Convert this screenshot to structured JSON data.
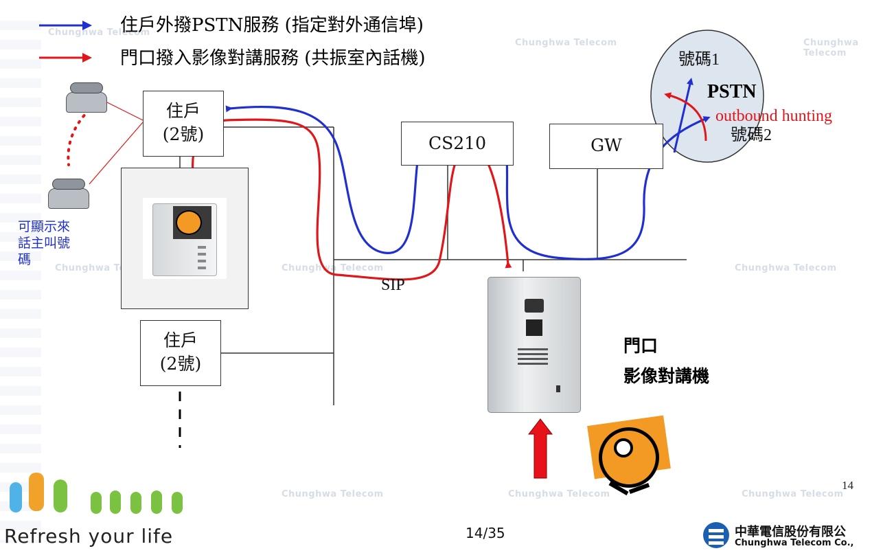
{
  "legend": {
    "blue_label": "住戶外撥PSTN服務 (指定對外通信埠)",
    "red_label": "門口撥入影像對講服務 (共振室內話機)",
    "blue_color": "#1f2fd0",
    "red_color": "#e0161a"
  },
  "nodes": {
    "resident_top_line1": "住戶",
    "resident_top_line2": "(2號)",
    "resident_bottom_line1": "住戶",
    "resident_bottom_line2": "(2號)",
    "cs210": "CS210",
    "gw": "GW",
    "pstn": "PSTN",
    "outbound_hunting": "outbound hunting",
    "number1": "號碼1",
    "number2": "號碼2",
    "sip": "SIP",
    "door_line1": "門口",
    "door_line2": "影像對講機"
  },
  "caller_id_note": [
    "可顯示來",
    "話主叫號",
    "碼"
  ],
  "watermark": "Chunghwa Telecom",
  "footer": {
    "page_counter": "14/35",
    "page_number": "14",
    "slogan": "Refresh your life",
    "company_zh": "中華電信股份有限公",
    "company_en": "Chunghwa Telecom Co.,"
  }
}
